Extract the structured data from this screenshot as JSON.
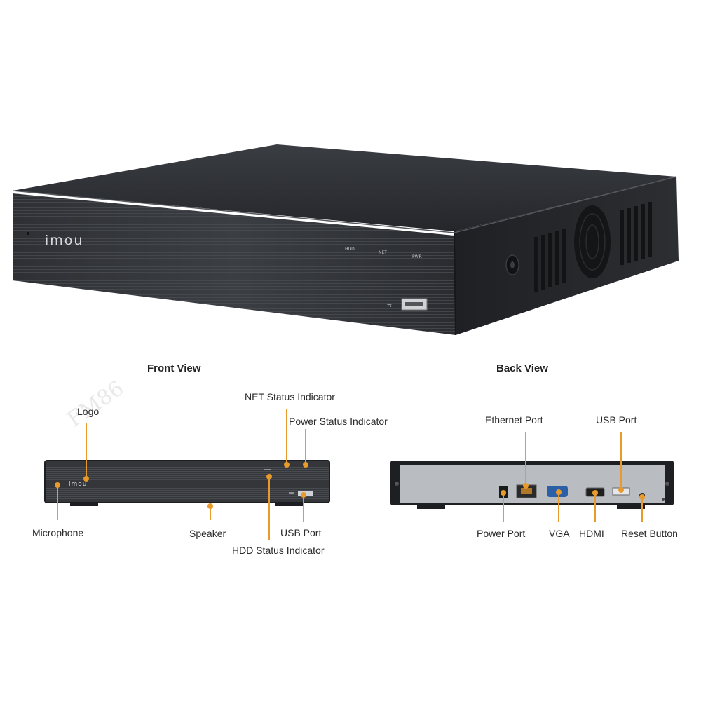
{
  "device": {
    "brand_logo": "imou",
    "front_indicators": [
      "HDD",
      "NET",
      "PWR"
    ]
  },
  "front_view": {
    "title": "Front View",
    "labels": {
      "logo": "Logo",
      "microphone": "Microphone",
      "speaker": "Speaker",
      "net_status": "NET Status Indicator",
      "power_status": "Power Status Indicator",
      "hdd_status": "HDD Status Indicator",
      "usb_port": "USB Port"
    }
  },
  "back_view": {
    "title": "Back View",
    "labels": {
      "ethernet_port": "Ethernet Port",
      "usb_port": "USB Port",
      "power_port": "Power Port",
      "vga": "VGA",
      "hdmi": "HDMI",
      "reset_button": "Reset Button"
    }
  },
  "watermark": "FM86",
  "colors": {
    "leader": "#e89a2a",
    "device_body": "#2a2c30",
    "back_panel": "#b9bcc1"
  }
}
